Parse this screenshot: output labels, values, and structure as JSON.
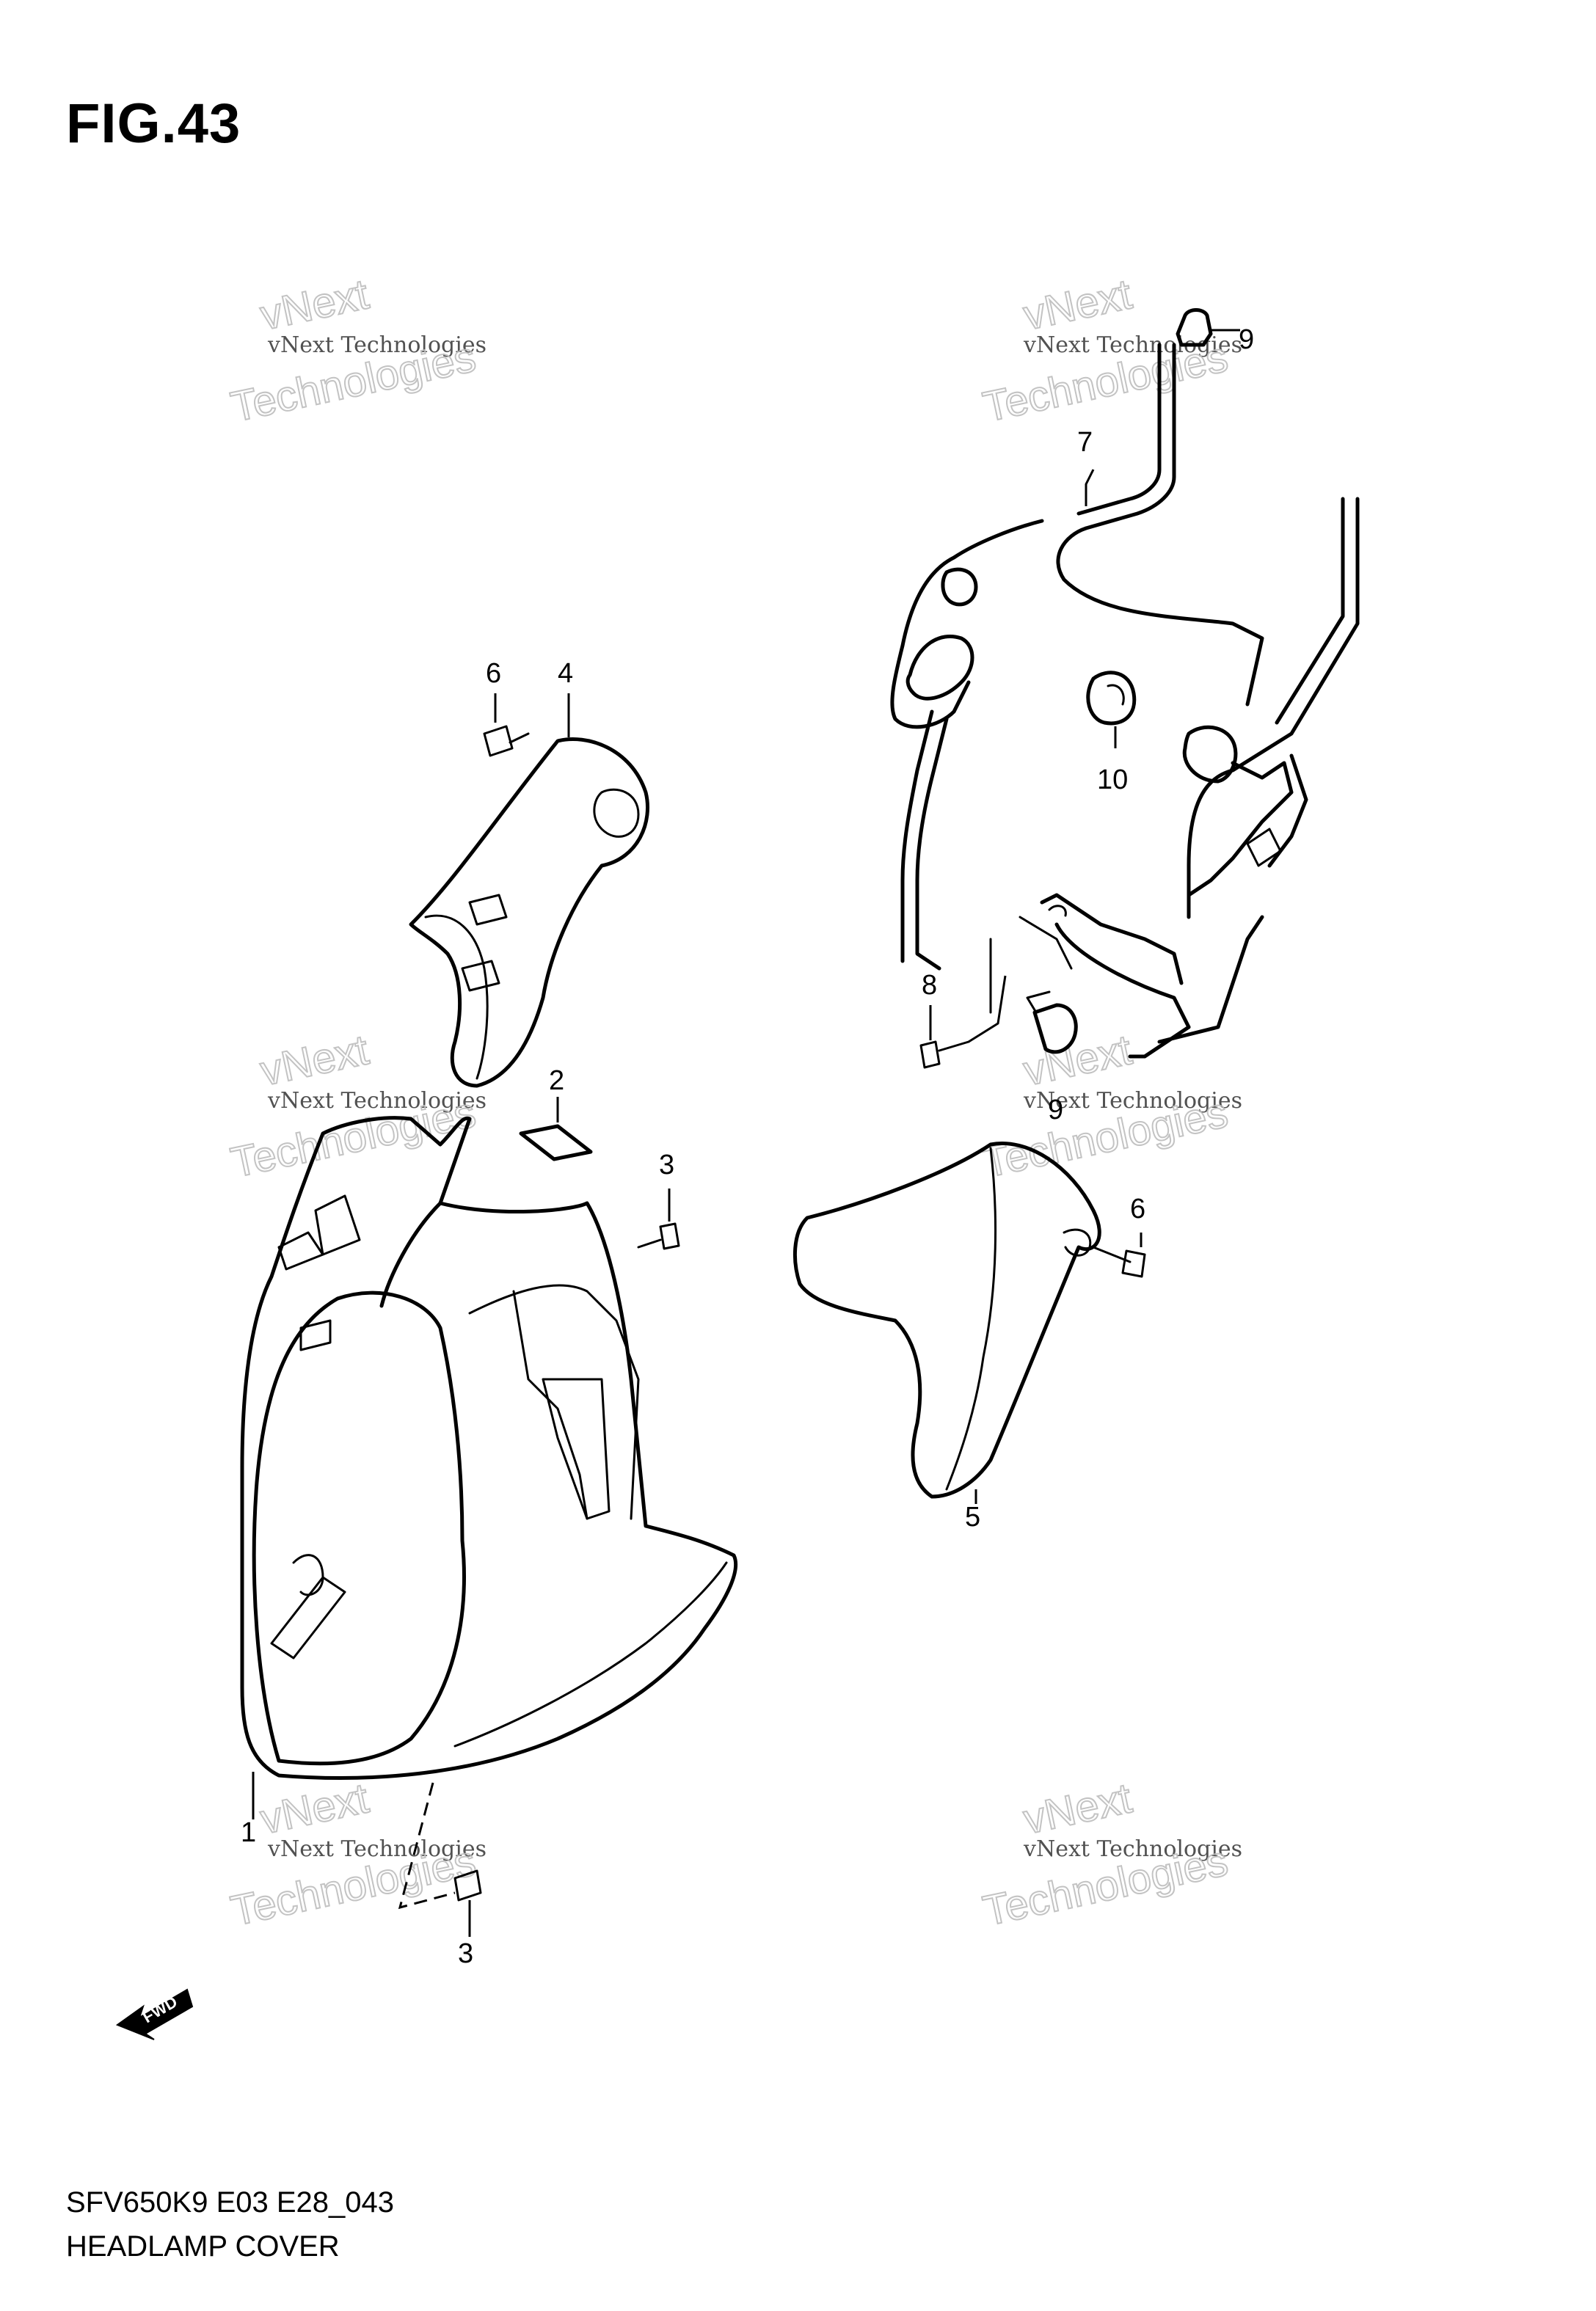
{
  "figure": {
    "title": "FIG.43",
    "code": "SFV650K9 E03 E28_043",
    "name": "HEADLAMP COVER"
  },
  "callouts": [
    "1",
    "2",
    "3",
    "3",
    "4",
    "5",
    "6",
    "6",
    "7",
    "8",
    "9",
    "9",
    "10"
  ],
  "watermark": {
    "line": "vNext Technologies",
    "top": "vNext",
    "bottom": "Technologies"
  },
  "fwd_label": "FWD"
}
